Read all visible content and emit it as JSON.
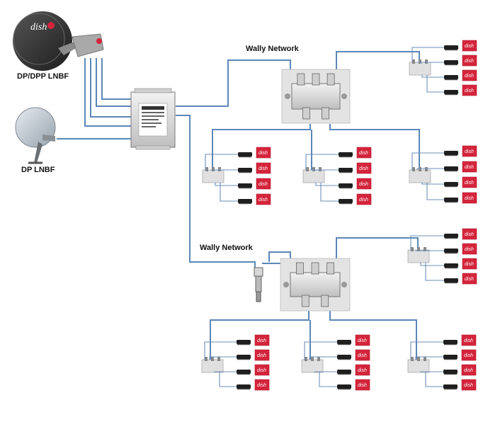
{
  "labels": {
    "dp_dpp_lnbf": "DP/DPP LNBF",
    "dp_lnbf": "DP LNBF",
    "wally_network_top": "Wally Network",
    "wally_network_bottom": "Wally Network"
  },
  "brand": {
    "logo_text": "dish",
    "receiver_text": "dish",
    "receiver_color": "#d4243b"
  },
  "colors": {
    "cable": "#5b87b8",
    "dish_dark": "#2b2b2b",
    "dish_light": "#b9c2cc"
  }
}
